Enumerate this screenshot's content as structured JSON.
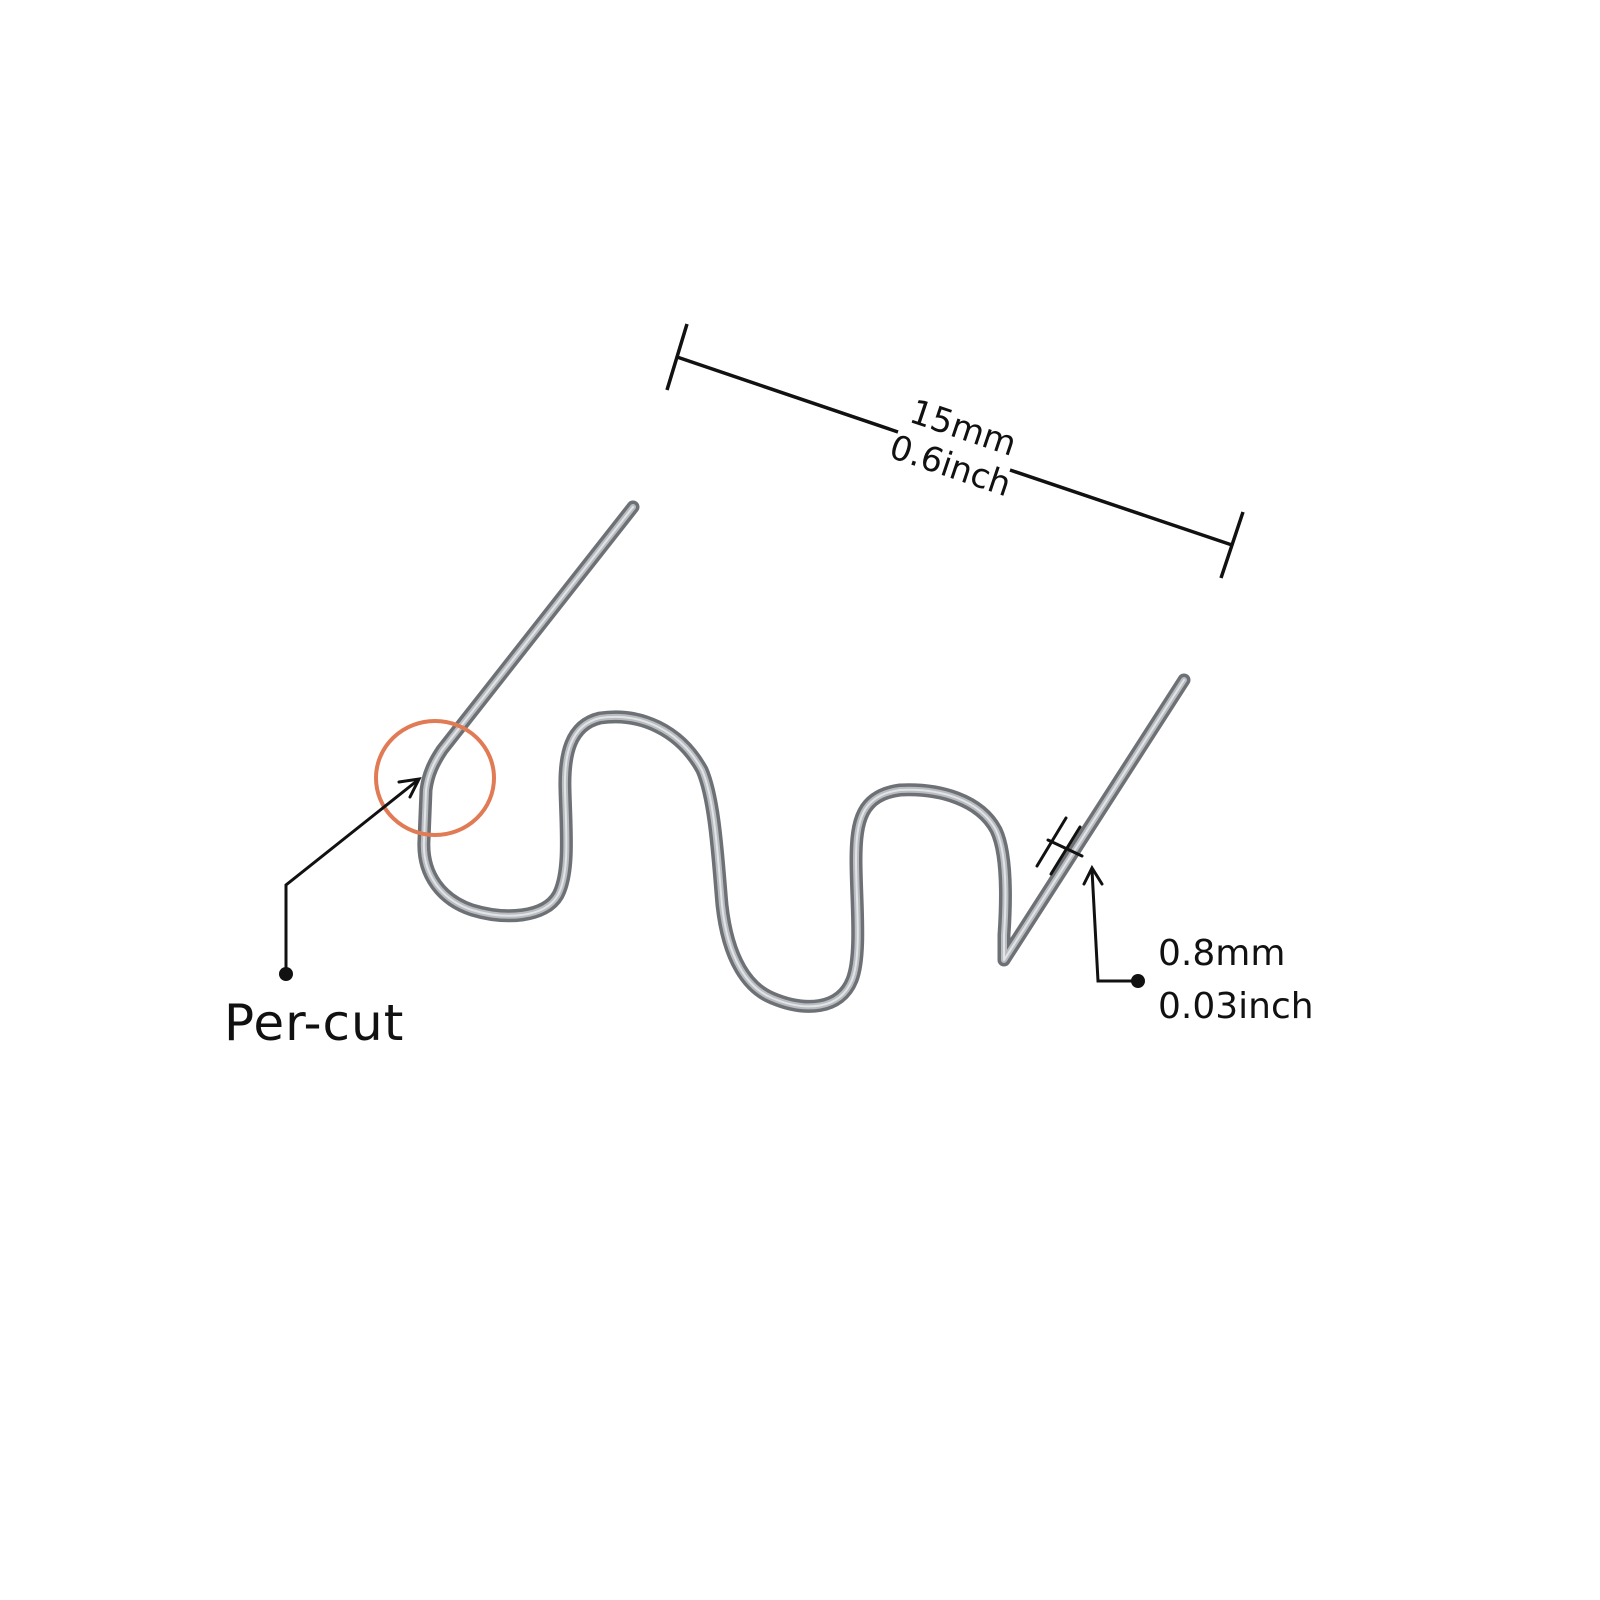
{
  "annotations": {
    "length_mm": "15mm",
    "length_inch": "0.6inch",
    "diameter_mm": "0.8mm",
    "diameter_inch": "0.03inch",
    "precut_label": "Per-cut"
  },
  "colors": {
    "background": "#ffffff",
    "ink": "#111111",
    "wire": "#8a8e92",
    "wire_highlight": "#c9ccd0",
    "highlight_circle": "#e07b55"
  },
  "icons": {
    "precut_marker": "circle-outline",
    "pointer": "arrow-icon"
  }
}
